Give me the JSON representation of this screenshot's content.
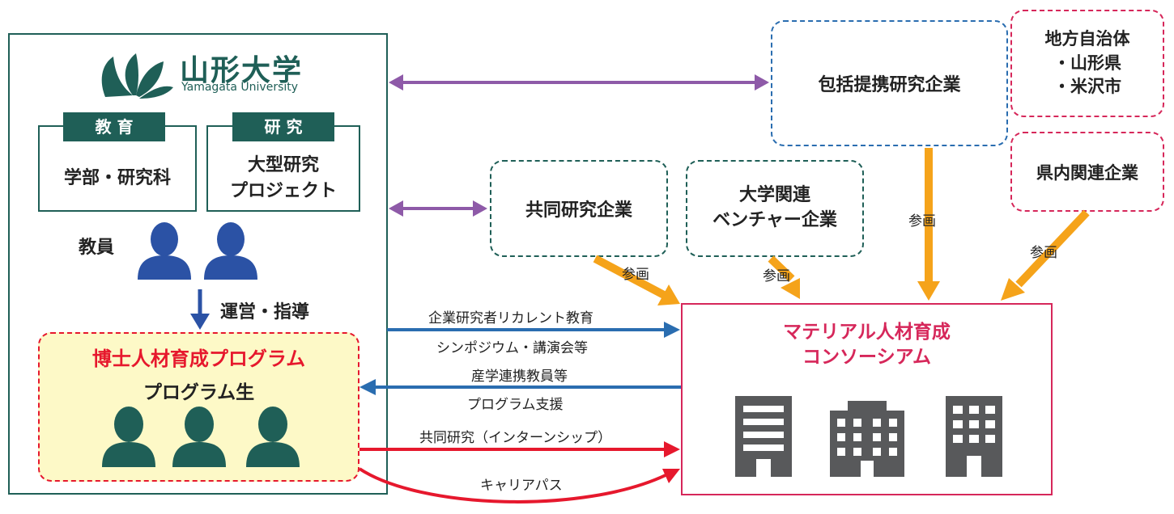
{
  "university": {
    "name_jp": "山形大学",
    "name_en": "Yamagata University",
    "education_tab": "教 育",
    "education_body": "学部・研究科",
    "research_tab": "研 究",
    "research_body": "大型研究\nプロジェクト",
    "faculty_label": "教員",
    "management_label": "運営・指導"
  },
  "phd_program": {
    "title": "博士人材育成プログラム",
    "students_label": "プログラム生"
  },
  "partners": {
    "comprehensive": "包括提携研究企業",
    "local_gov": "地方自治体\n・山形県\n・米沢市",
    "prefecture_companies": "県内関連企業",
    "joint_research": "共同研究企業",
    "venture": "大学関連\nベンチャー企業"
  },
  "consortium": {
    "title": "マテリアル人材育成\nコンソーシアム"
  },
  "arrow_labels": {
    "participate": "参画",
    "recurrent_education": "企業研究者リカレント教育",
    "symposium": "シンポジウム・講演会等",
    "faculty_collab": "産学連携教員等",
    "program_support": "プログラム支援",
    "joint_internship": "共同研究（インターンシップ）",
    "career_path": "キャリアパス"
  },
  "colors": {
    "green": "#1f5f57",
    "purple": "#8e5aa8",
    "blue": "#2a6db0",
    "red": "#e6182d",
    "orange": "#f5a31a",
    "magenta": "#d6275a",
    "person_blue": "#2b52a5",
    "building_gray": "#58595b"
  }
}
